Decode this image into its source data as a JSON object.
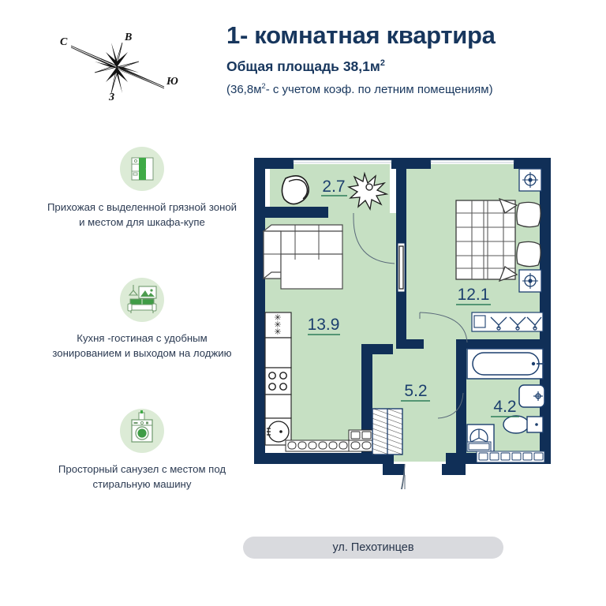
{
  "header": {
    "title": "1- комнатная  квартира",
    "area_label": "Общая площадь",
    "area_value": "38,1м",
    "area_unit_sup": "2",
    "area_note_prefix": "(36,8м",
    "area_note_sup": "2",
    "area_note_suffix": "- с учетом коэф. по летним помещениям)"
  },
  "compass": {
    "north": "С",
    "east": "В",
    "west": "З",
    "south": "Ю"
  },
  "features": [
    {
      "icon": "wardrobe-icon",
      "text": "Прихожая с выделенной грязной зоной  и местом для шкафа-купе"
    },
    {
      "icon": "sofa-icon",
      "text": "Кухня -гостиная с удобным зонированием и выходом на лоджию"
    },
    {
      "icon": "washing-machine-icon",
      "text": "Просторный санузел с местом под стиральную машину"
    }
  ],
  "floorplan": {
    "rooms": [
      {
        "name": "loggia",
        "area": "2.7"
      },
      {
        "name": "kitchen-living",
        "area": "13.9"
      },
      {
        "name": "bedroom",
        "area": "12.1"
      },
      {
        "name": "hallway",
        "area": "5.2"
      },
      {
        "name": "bathroom",
        "area": "4.2"
      }
    ]
  },
  "street": {
    "label": "ул. Пехотинцев"
  },
  "colors": {
    "wall": "#102f57",
    "room_fill": "#c6e0c3",
    "title": "#17365d",
    "icon_circle": "#dcebd6",
    "icon_green": "#3faa46",
    "street_pill": "#d9dade"
  }
}
